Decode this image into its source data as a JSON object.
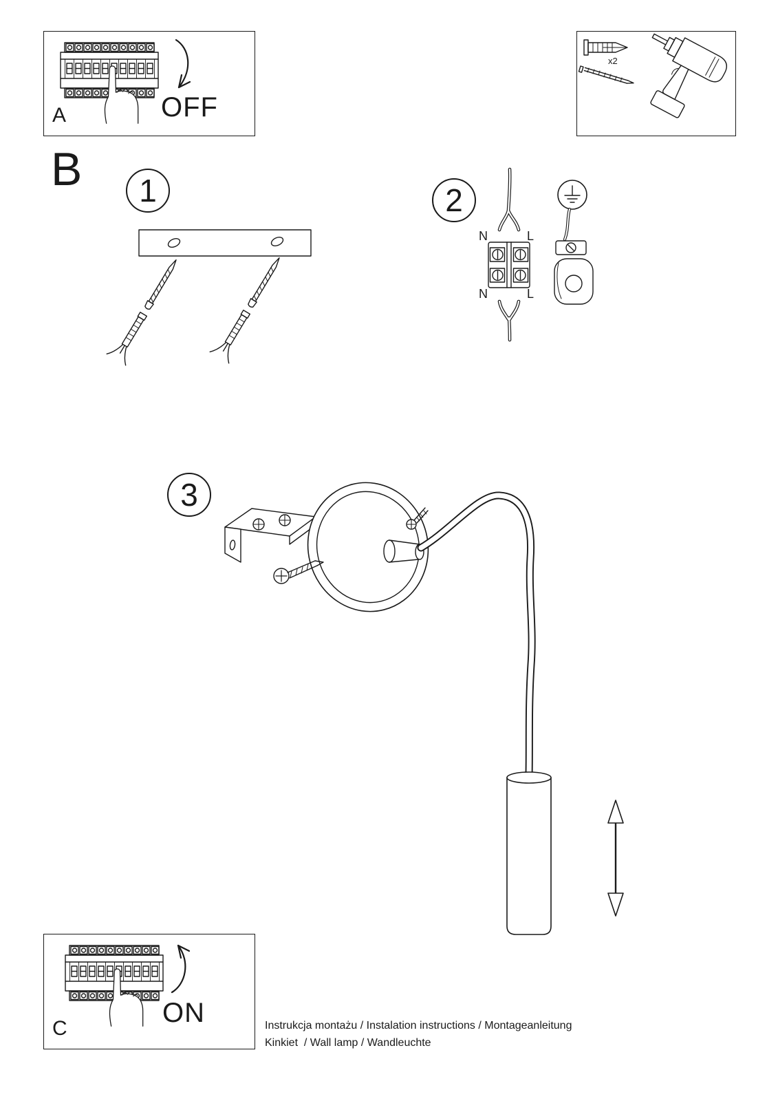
{
  "ink": "#1a1a1a",
  "panel_a": {
    "label": "A",
    "state": "OFF"
  },
  "panel_c": {
    "label": "C",
    "state": "ON"
  },
  "section_b": {
    "label": "B"
  },
  "steps": {
    "one": "1",
    "two": "2",
    "three": "3"
  },
  "tools": {
    "dowel_qty": "x2"
  },
  "wiring": {
    "n_top": "N",
    "l_top": "L",
    "n_bottom": "N",
    "l_bottom": "L"
  },
  "footer": {
    "line1": "Instrukcja montażu / Instalation instructions / Montageanleitung",
    "line2": "Kinkiet  / Wall lamp / Wandleuchte"
  }
}
